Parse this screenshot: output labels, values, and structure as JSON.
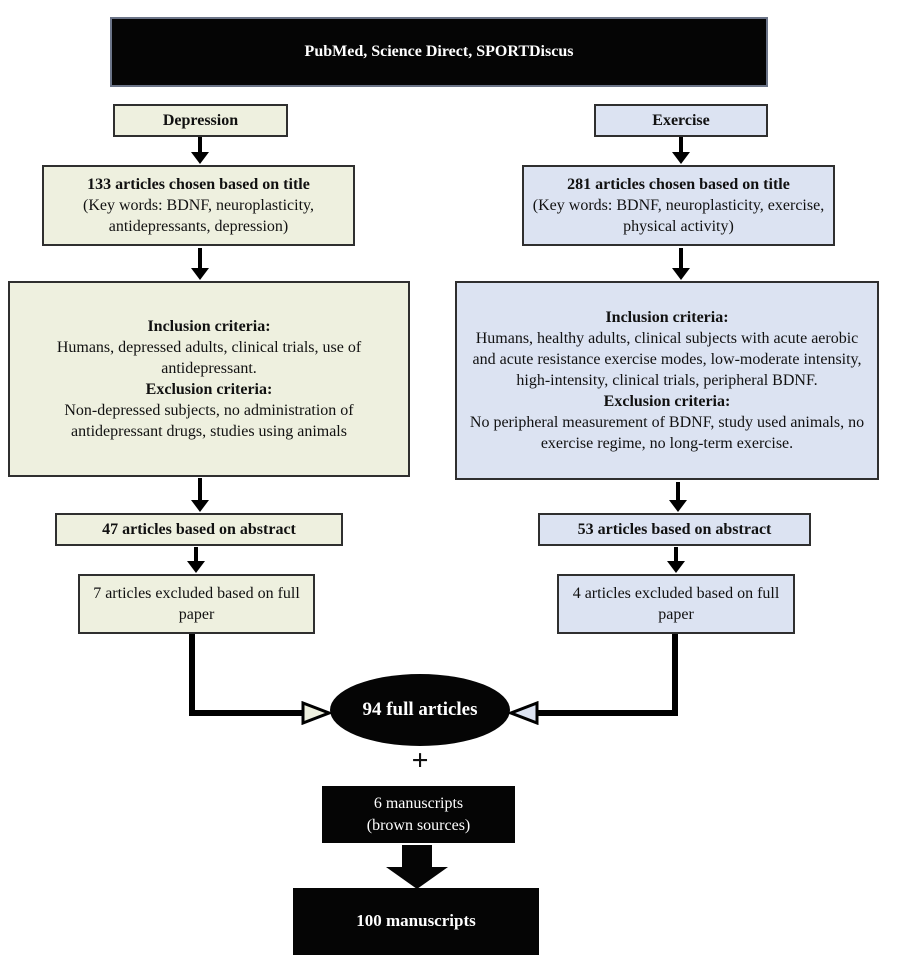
{
  "header": {
    "title": "PubMed, Science Direct, SPORTDiscus"
  },
  "depression": {
    "label": "Depression",
    "title_box": {
      "heading": "133 articles chosen based on title",
      "keywords": "(Key words: BDNF, neuroplasticity, antidepressants, depression)"
    },
    "criteria_box": {
      "inclusion_heading": "Inclusion criteria:",
      "inclusion_text": "Humans, depressed adults, clinical trials, use of antidepressant.",
      "exclusion_heading": "Exclusion criteria:",
      "exclusion_text": "Non-depressed subjects, no administration of antidepressant drugs, studies using animals"
    },
    "abstract_box": "47 articles based on abstract",
    "excluded_box": "7 articles excluded based on full paper"
  },
  "exercise": {
    "label": "Exercise",
    "title_box": {
      "heading": "281 articles chosen based on title",
      "keywords": "(Key words: BDNF, neuroplasticity, exercise, physical activity)"
    },
    "criteria_box": {
      "inclusion_heading": "Inclusion criteria:",
      "inclusion_text": "Humans, healthy adults, clinical subjects with acute aerobic and acute resistance exercise modes, low-moderate intensity, high-intensity, clinical trials, peripheral BDNF.",
      "exclusion_heading": "Exclusion criteria:",
      "exclusion_text": "No peripheral measurement of BDNF, study used animals, no exercise regime, no long-term exercise."
    },
    "abstract_box": "53 articles based on abstract",
    "excluded_box": "4 articles excluded based on full paper"
  },
  "merge": {
    "full_articles": "94 full articles",
    "plus_sign": "+",
    "manuscripts_line1": "6 manuscripts",
    "manuscripts_line2": "(brown sources)",
    "total": "100 manuscripts"
  },
  "colors": {
    "depression_fill": "#eef0df",
    "exercise_fill": "#dce3f2",
    "node_black": "#050505",
    "border": "#2f2f2f",
    "header_border": "#6b7488"
  }
}
